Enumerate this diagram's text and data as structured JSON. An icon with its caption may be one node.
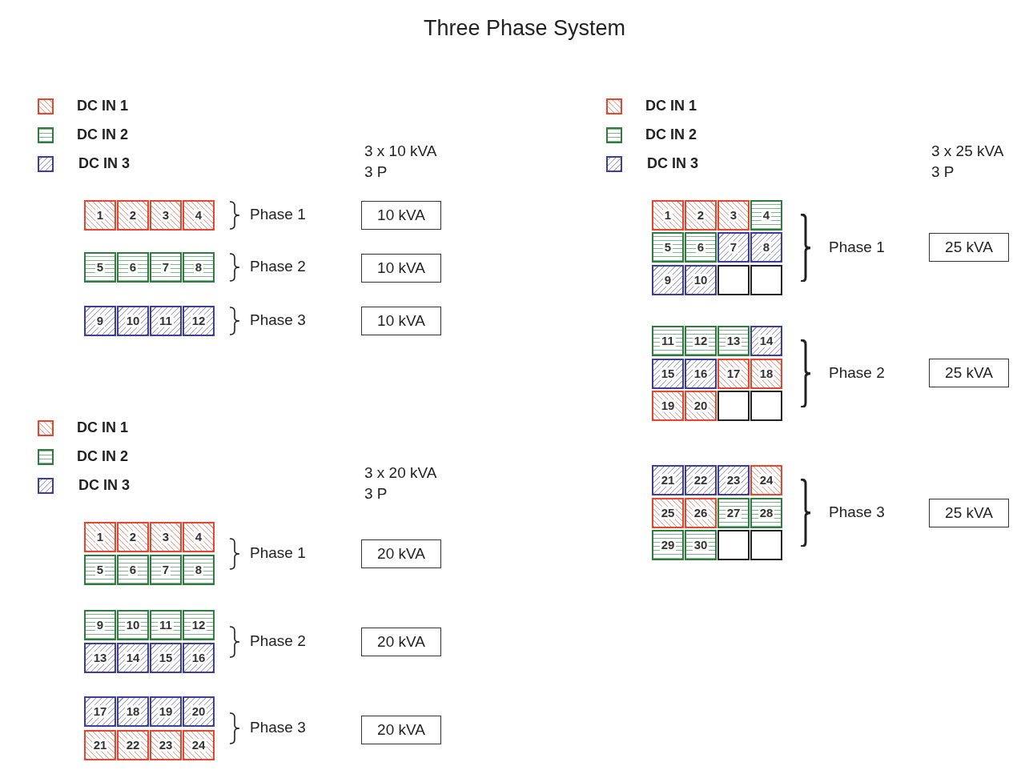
{
  "diagram": {
    "title": "Three Phase System",
    "nodes": [
      {
        "text": [
          "1"
        ]
      },
      {
        "text": [
          "2"
        ]
      },
      {
        "text": [
          "3"
        ]
      },
      {
        "text": [
          "4"
        ]
      },
      {
        "text": [
          "10 kVA"
        ]
      },
      {
        "text": [
          "5"
        ]
      },
      {
        "text": [
          "6"
        ]
      },
      {
        "text": [
          "7"
        ]
      },
      {
        "text": [
          "8"
        ]
      },
      {
        "text": [
          "10 kVA"
        ]
      },
      {
        "text": [
          "9"
        ]
      },
      {
        "text": [
          "10"
        ]
      },
      {
        "text": [
          "11"
        ]
      },
      {
        "text": [
          "12"
        ]
      },
      {
        "text": [
          "10 kVA"
        ]
      },
      {
        "text": [
          "1"
        ]
      },
      {
        "text": [
          "2"
        ]
      },
      {
        "text": [
          "3"
        ]
      },
      {
        "text": [
          "4"
        ]
      },
      {
        "text": [
          "5"
        ]
      },
      {
        "text": [
          "6"
        ]
      },
      {
        "text": [
          "7"
        ]
      },
      {
        "text": [
          "8"
        ]
      },
      {
        "text": [
          "20 kVA"
        ]
      },
      {
        "text": [
          "9"
        ]
      },
      {
        "text": [
          "10"
        ]
      },
      {
        "text": [
          "11"
        ]
      },
      {
        "text": [
          "12"
        ]
      },
      {
        "text": [
          "13"
        ]
      },
      {
        "text": [
          "14"
        ]
      },
      {
        "text": [
          "15"
        ]
      },
      {
        "text": [
          "16"
        ]
      },
      {
        "text": [
          "20 kVA"
        ]
      },
      {
        "text": [
          "17"
        ]
      },
      {
        "text": [
          "18"
        ]
      },
      {
        "text": [
          "19"
        ]
      },
      {
        "text": [
          "20"
        ]
      },
      {
        "text": [
          "21"
        ]
      },
      {
        "text": [
          "22"
        ]
      },
      {
        "text": [
          "23"
        ]
      },
      {
        "text": [
          "24"
        ]
      },
      {
        "text": [
          "20 kVA"
        ]
      },
      {
        "text": [
          "1"
        ]
      },
      {
        "text": [
          "2"
        ]
      },
      {
        "text": [
          "3"
        ]
      },
      {
        "text": [
          "4"
        ]
      },
      {
        "text": [
          "5"
        ]
      },
      {
        "text": [
          "6"
        ]
      },
      {
        "text": [
          "7"
        ]
      },
      {
        "text": [
          "8"
        ]
      },
      {
        "text": [
          "9"
        ]
      },
      {
        "text": [
          "10"
        ]
      },
      {
        "text": [],
        "shape": "box"
      },
      {
        "text": [],
        "shape": "box"
      },
      {
        "text": [
          "25 kVA"
        ]
      },
      {
        "text": [
          "11"
        ]
      },
      {
        "text": [
          "12"
        ]
      },
      {
        "text": [
          "13"
        ]
      },
      {
        "text": [
          "14"
        ]
      },
      {
        "text": [
          "15"
        ]
      },
      {
        "text": [
          "16"
        ]
      },
      {
        "text": [
          "17"
        ]
      },
      {
        "text": [
          "18"
        ]
      },
      {
        "text": [
          "19"
        ]
      },
      {
        "text": [
          "20"
        ]
      },
      {
        "text": [],
        "shape": "box"
      },
      {
        "text": [],
        "shape": "box"
      },
      {
        "text": [
          "25 kVA"
        ]
      },
      {
        "text": [
          "21"
        ]
      },
      {
        "text": [
          "22"
        ]
      },
      {
        "text": [
          "23"
        ]
      },
      {
        "text": [
          "24"
        ]
      },
      {
        "text": [
          "25"
        ]
      },
      {
        "text": [
          "26"
        ]
      },
      {
        "text": [
          "27"
        ]
      },
      {
        "text": [
          "28"
        ]
      },
      {
        "text": [
          "29"
        ]
      },
      {
        "text": [
          "30"
        ]
      },
      {
        "text": [],
        "shape": "box"
      },
      {
        "text": [],
        "shape": "box"
      },
      {
        "text": [
          "25 kVA"
        ]
      }
    ],
    "labels": [
      "3 x 10 kVA",
      "3 P",
      "Phase 1",
      "Phase 2",
      "Phase 3",
      "3 x 20 kVA",
      "3 P",
      "Phase 1",
      "Phase 2",
      "Phase 3",
      "3 x 25 kVA",
      "3 P",
      "Phase 1",
      "Phase 2",
      "Phase 3"
    ],
    "legend": [
      {
        "text": "DC IN 1",
        "color": "#e8452c"
      },
      {
        "text": "DC IN 2",
        "color": "#2e7d3e"
      },
      {
        "text": "DC IN 3",
        "color": "#3d3d9e"
      },
      {
        "text": "DC IN 1",
        "color": "#e8452c"
      },
      {
        "text": "DC IN 2",
        "color": "#2e7d3e"
      },
      {
        "text": "DC IN 3",
        "color": "#3d3d9e"
      },
      {
        "text": "DC IN 1",
        "color": "#e8452c"
      },
      {
        "text": "DC IN 2",
        "color": "#2e7d3e"
      },
      {
        "text": "DC IN 3",
        "color": "#3d3d9e"
      }
    ]
  }
}
